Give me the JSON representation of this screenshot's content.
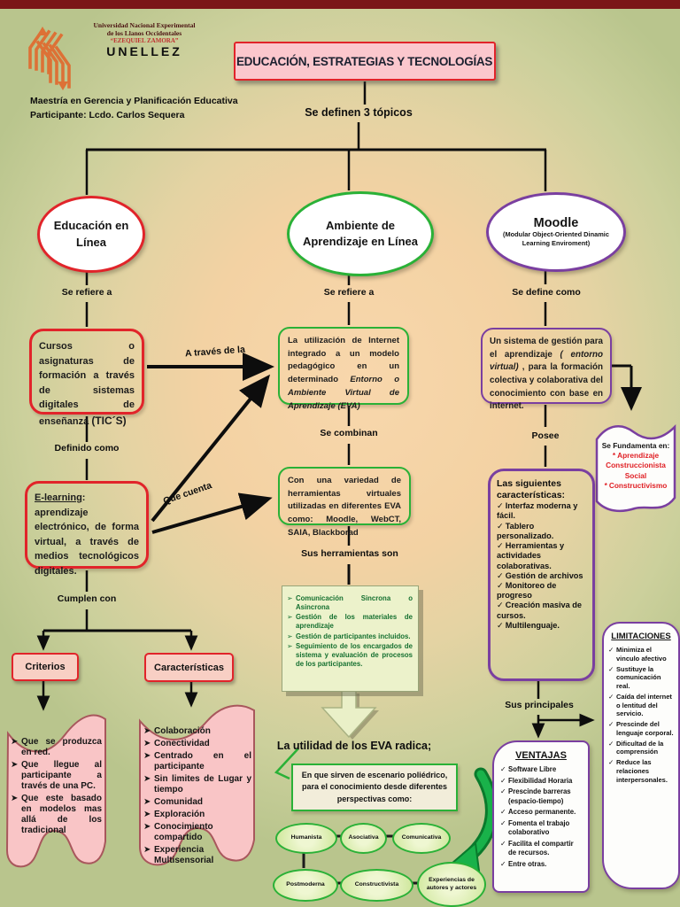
{
  "icons": {
    "check": "✓",
    "tri": "➤",
    "tri2": "➢",
    "star": "*"
  },
  "colors": {
    "top_bar": "#7b1618",
    "red_accent": "#e1242a",
    "green_accent": "#2ab137",
    "purple_accent": "#7a3fa0",
    "pink_fill": "#f9c6ca",
    "title_fill": "#fbc7cd",
    "pale_green_fill": "#ecf2cb",
    "logo_orange": "#dd7136",
    "red_text": "#e02025"
  },
  "header": {
    "university_line1": "Universidad Nacional Experimental",
    "university_line2": "de los Llanos Occidentales",
    "university_line3": "“EZEQUIEL ZAMORA”",
    "university_acronym": "UNELLEZ",
    "program": "Maestría en Gerencia y Planificación Educativa",
    "participant": "Participante: Lcdo. Carlos Sequera",
    "title": "EDUCACIÓN, ESTRATEGIAS Y TECNOLOGÍAS",
    "topics_label": "Se definen 3 tópicos"
  },
  "left": {
    "oval": "Educación en Línea",
    "refiere": "Se refiere a",
    "cursos_text": "Cursos o asignaturas de formación a través de sistemas digitales de enseñanza ",
    "cursos_bold": "(TIC´S)",
    "atraves": "A través de la",
    "definido": "Definido como",
    "elearning_lead": "E-learning",
    "elearning_rest": ": aprendizaje electrónico, de forma virtual, a través de medios tecnológicos digitales.",
    "quecuenta": "Que cuenta",
    "cumplen": "Cumplen con",
    "criterios": "Criterios",
    "caracteristicas": "Características",
    "criteria_items": [
      "Que se produzca en red.",
      "Que llegue al participante a través de una PC.",
      "Que este basado en modelos mas allá de los tradicional"
    ],
    "feature_items": [
      "Colaboración",
      "Conectividad",
      "Centrado en el participante",
      "Sin limites de Lugar y tiempo",
      "Comunidad",
      "Exploración",
      "Conocimiento compartido",
      "Experiencia Multisensorial"
    ]
  },
  "middle": {
    "oval": "Ambiente de Aprendizaje en Línea",
    "refiere": "Se refiere a",
    "eva_normal": "La utilización de Internet integrado a un modelo pedagógico en un determinado ",
    "eva_italic": "Entorno o Ambiente Virtual de Aprendizaje (EVA)",
    "combinan": "Se combinan",
    "herramientas_box": "Con una variedad de herramientas virtuales utilizadas en diferentes EVA como: Moodle, WebCT, SAIA, Blackborad",
    "sus_herramientas": "Sus herramientas son",
    "tools": [
      "Comunicación Sincrona o Asincrona",
      "Gestión de los materiales de aprendizaje",
      "Gestión de participantes incluidos.",
      "Seguimiento de los encargados de sistema y evaluación de procesos de los participantes."
    ],
    "utilidad": "La utilidad de los EVA radica;",
    "escenario": "En que sirven de escenario poliédrico, para el conocimiento desde diferentes perspectivas como:",
    "perspectives": [
      "Humanista",
      "Asociativa",
      "Comunicativa",
      "Postmoderna",
      "Constructivista",
      "Experiencias de autores y actores"
    ]
  },
  "right": {
    "oval_title": "Moodle",
    "oval_sub": "(Modular Object-Oriented Dinamic Learning Enviroment)",
    "define": "Se define como",
    "sistema_1": "Un sistema de gestión para el aprendizaje ",
    "sistema_italic": "( entorno virtual)",
    "sistema_2": " , para la formación colectiva y colaborativa del conocimiento con base en internet.",
    "posee": "Posee",
    "fundamenta_title": "Se Fundamenta en:",
    "fundamenta_items": [
      "Aprendizaje Construccionista Social",
      "Constructivismo"
    ],
    "caract_title_1": "Las siguientes",
    "caract_title_2": "características:",
    "caract_items": [
      "Interfaz moderna y fácil.",
      "Tablero personalizado.",
      "Herramientas y actividades colaborativas.",
      "Gestión de archivos",
      "Monitoreo de progreso",
      "Creación masiva de cursos.",
      "Multilenguaje."
    ],
    "sus_principales": "Sus principales",
    "ventajas_title": "VENTAJAS",
    "ventajas_items": [
      "Software Libre",
      "Flexibilidad Horaria",
      "Prescinde barreras (espacio-tiempo)",
      "Acceso permanente.",
      "Fomenta el trabajo colaborativo",
      "Facilita el compartir de recursos.",
      "Entre otras."
    ],
    "limitaciones_title": "LIMITACIONES",
    "limitaciones_items": [
      "Minimiza el vinculo afectivo",
      "Sustituye la comunicación real.",
      "Caída del internet o lentitud del servicio.",
      "Prescinde del lenguaje corporal.",
      "Dificultad de la comprensión",
      "Reduce las relaciones interpersonales."
    ]
  }
}
